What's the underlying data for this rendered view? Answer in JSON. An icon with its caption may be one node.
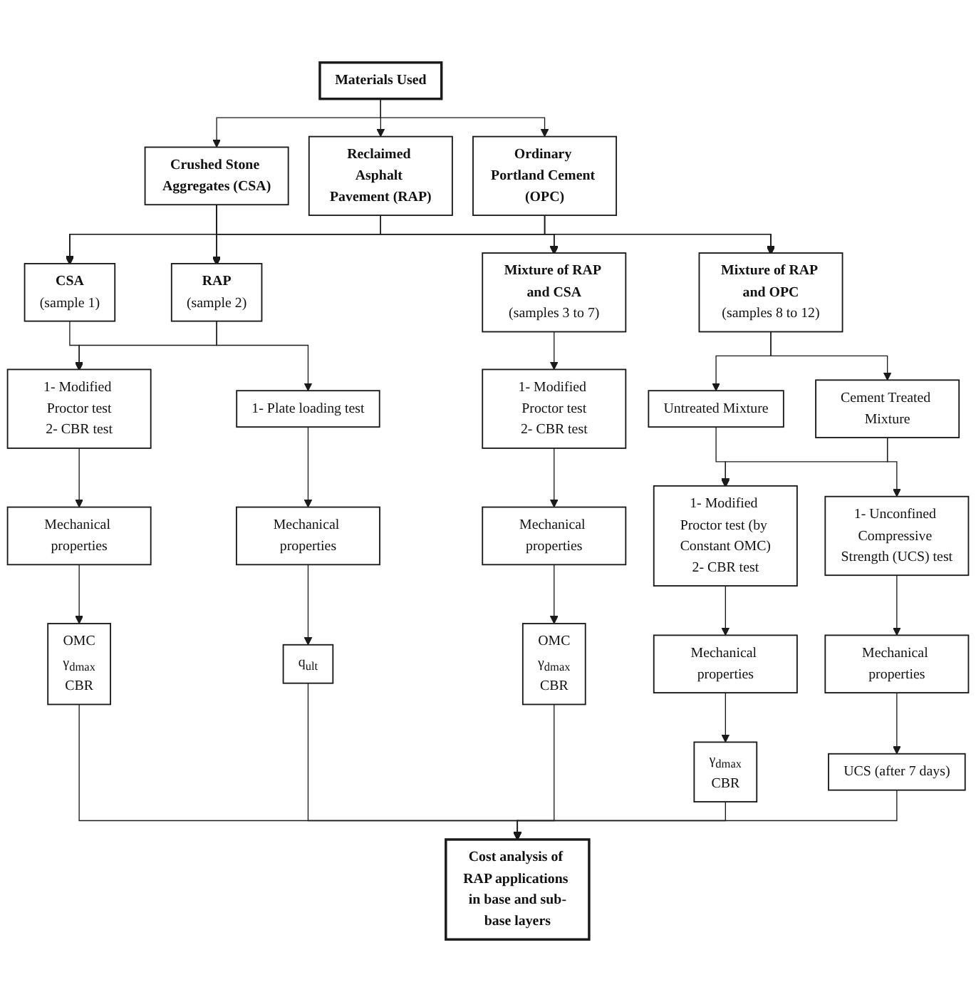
{
  "diagram": {
    "nodes": [
      {
        "text": [
          "Materials Used"
        ]
      },
      {
        "text": [
          "Crushed Stone Aggregates (CSA)"
        ]
      },
      {
        "text": [
          "Reclaimed Asphalt Pavement (RAP)"
        ]
      },
      {
        "text": [
          "Ordinary Portland Cement (OPC)"
        ]
      },
      {
        "text": [
          "CSA",
          "(sample 1)"
        ]
      },
      {
        "text": [
          "RAP",
          "(sample 2)"
        ]
      },
      {
        "text": [
          "Mixture of RAP and CSA",
          "(samples 3 to 7)"
        ]
      },
      {
        "text": [
          "Mixture of RAP and OPC",
          "(samples 8 to 12)"
        ]
      },
      {
        "text": [
          "Untreated Mixture"
        ]
      },
      {
        "text": [
          "Cement Treated Mixture"
        ]
      },
      {
        "text": [
          "1- Modified Proctor test",
          "2- CBR test"
        ]
      },
      {
        "text": [
          "1- Plate loading test"
        ]
      },
      {
        "text": [
          "1- Modified Proctor test",
          "2- CBR test"
        ]
      },
      {
        "text": [
          "1- Modified Proctor test (by Constant OMC)",
          "2- CBR test"
        ]
      },
      {
        "text": [
          "1- Unconfined Compressive Strength (UCS) test"
        ]
      },
      {
        "text": [
          "Mechanical properties"
        ]
      },
      {
        "text": [
          "Mechanical properties"
        ]
      },
      {
        "text": [
          "Mechanical properties"
        ]
      },
      {
        "text": [
          "Mechanical properties"
        ]
      },
      {
        "text": [
          "Mechanical properties"
        ]
      },
      {
        "text": [
          "OMC",
          "γ$_{dmax}$",
          "CBR"
        ]
      },
      {
        "text": [
          "q$_{ult}$"
        ]
      },
      {
        "text": [
          "OMC",
          "γ$_{dmax}$",
          "CBR"
        ]
      },
      {
        "text": [
          "γ$_{dmax}$",
          "CBR"
        ]
      },
      {
        "text": [
          "UCS (after 7 days)"
        ]
      },
      {
        "text": [
          "Cost analysis of RAP applications in base and sub-base layers"
        ]
      }
    ],
    "edges": [
      {
        "from": 0,
        "to": 1,
        "arrow": "to"
      },
      {
        "from": 0,
        "to": 2,
        "arrow": "to"
      },
      {
        "from": 0,
        "to": 3,
        "arrow": "to"
      },
      {
        "from": 1,
        "to": 4,
        "arrow": "to"
      },
      {
        "from": 1,
        "to": 5,
        "arrow": "to"
      },
      {
        "from": 1,
        "to": 6,
        "arrow": "to"
      },
      {
        "from": 1,
        "to": 7,
        "arrow": "to"
      },
      {
        "from": 2,
        "to": 4,
        "arrow": "to"
      },
      {
        "from": 2,
        "to": 5,
        "arrow": "to"
      },
      {
        "from": 2,
        "to": 6,
        "arrow": "to"
      },
      {
        "from": 2,
        "to": 7,
        "arrow": "to"
      },
      {
        "from": 3,
        "to": 4,
        "arrow": "to"
      },
      {
        "from": 3,
        "to": 5,
        "arrow": "to"
      },
      {
        "from": 3,
        "to": 6,
        "arrow": "to"
      },
      {
        "from": 3,
        "to": 7,
        "arrow": "to"
      },
      {
        "from": 4,
        "to": 10,
        "arrow": "to"
      },
      {
        "from": 5,
        "to": 10,
        "arrow": "to"
      },
      {
        "from": 5,
        "to": 11,
        "arrow": "to"
      },
      {
        "from": 6,
        "to": 12,
        "arrow": "to"
      },
      {
        "from": 7,
        "to": 8,
        "arrow": "to"
      },
      {
        "from": 7,
        "to": 9,
        "arrow": "to"
      },
      {
        "from": 8,
        "to": 13,
        "arrow": "to"
      },
      {
        "from": 9,
        "to": 13,
        "arrow": "to"
      },
      {
        "from": 9,
        "to": 14,
        "arrow": "to"
      },
      {
        "from": 10,
        "to": 15,
        "arrow": "to"
      },
      {
        "from": 11,
        "to": 16,
        "arrow": "to"
      },
      {
        "from": 12,
        "to": 17,
        "arrow": "to"
      },
      {
        "from": 13,
        "to": 18,
        "arrow": "to"
      },
      {
        "from": 14,
        "to": 19,
        "arrow": "to"
      },
      {
        "from": 15,
        "to": 20,
        "arrow": "to"
      },
      {
        "from": 16,
        "to": 21,
        "arrow": "to"
      },
      {
        "from": 17,
        "to": 22,
        "arrow": "to"
      },
      {
        "from": 18,
        "to": 23,
        "arrow": "to"
      },
      {
        "from": 19,
        "to": 24,
        "arrow": "to"
      },
      {
        "from": 20,
        "to": 25,
        "arrow": "to"
      },
      {
        "from": 21,
        "to": 25,
        "arrow": "to"
      },
      {
        "from": 22,
        "to": 25,
        "arrow": "to"
      },
      {
        "from": 23,
        "to": 25,
        "arrow": "to"
      },
      {
        "from": 24,
        "to": 25,
        "arrow": "to"
      }
    ]
  }
}
